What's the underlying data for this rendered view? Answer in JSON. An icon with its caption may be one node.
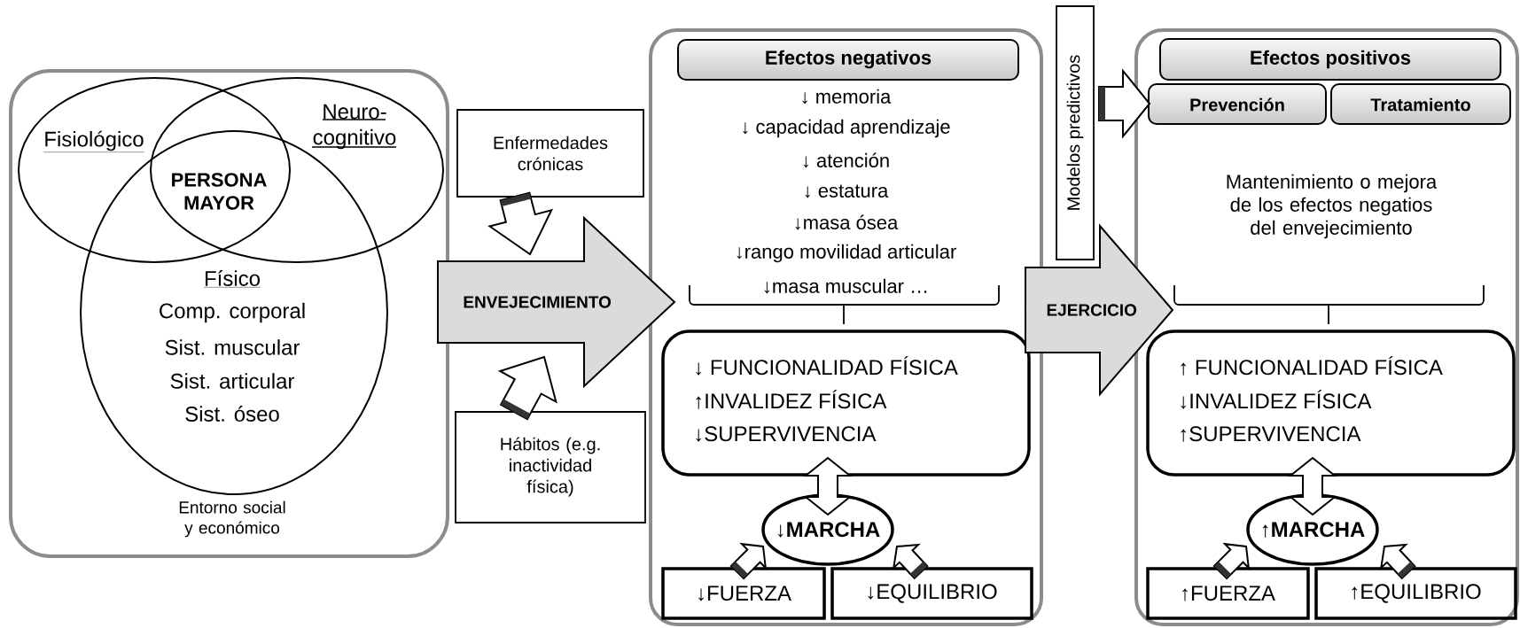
{
  "diagram": {
    "nodes": [
      {
        "text": [
          "Entorno social y económico"
        ]
      },
      {
        "text": [
          "Fisiológico"
        ],
        "in": 0
      },
      {
        "text": [
          "Neuro- cognitivo"
        ],
        "in": 0
      },
      {
        "text": [
          "Físico",
          "Comp. corporal",
          "Sist. muscular",
          "Sist. articular",
          "Sist. óseo"
        ],
        "in": 0
      },
      {
        "text": [
          "Enfermedades crónicas"
        ]
      },
      {
        "text": [
          "Hábitos (e.g. inactividad física)"
        ]
      },
      {
        "text": [
          "↓ memoria",
          "↓ capacidad aprendizaje",
          "↓ atención",
          "↓ estatura",
          "↓masa ósea",
          "↓rango movilidad articular",
          "↓masa muscular …"
        ]
      },
      {
        "text": [
          "Efectos negativos"
        ],
        "in": 6
      },
      {
        "text": [
          "↓ FUNCIONALIDAD FÍSICA",
          "↑INVALIDEZ FÍSICA",
          "↓SUPERVIVENCIA"
        ],
        "in": 6
      },
      {
        "text": [
          "↓MARCHA"
        ],
        "in": 6
      },
      {
        "text": [
          "↓FUERZA"
        ],
        "in": 6
      },
      {
        "text": [
          "↓EQUILIBRIO"
        ],
        "in": 6
      },
      {
        "text": [
          "Modelos predictivos"
        ]
      },
      {
        "text": [
          "Mantenimiento o mejora de los efectos negatios del envejecimiento"
        ]
      },
      {
        "text": [
          "Efectos positivos"
        ],
        "in": 13
      },
      {
        "text": [
          "Prevención"
        ],
        "in": 13
      },
      {
        "text": [
          "Tratamiento"
        ],
        "in": 13
      },
      {
        "text": [
          "↑ FUNCIONALIDAD FÍSICA",
          "↓INVALIDEZ FÍSICA",
          "↑SUPERVIVENCIA"
        ],
        "in": 13
      },
      {
        "text": [
          "↑MARCHA"
        ],
        "in": 13
      },
      {
        "text": [
          "↑FUERZA"
        ],
        "in": 13
      },
      {
        "text": [
          "↑EQUILIBRIO"
        ],
        "in": 13
      }
    ],
    "edges": [
      {
        "from": 4,
        "to": null,
        "arrow": "to"
      },
      {
        "from": 5,
        "to": null,
        "arrow": "to"
      },
      {
        "from": 0,
        "to": 6,
        "arrow": "to",
        "label": "ENVEJECIMIENTO"
      },
      {
        "from": 8,
        "to": 9,
        "arrow": "both"
      },
      {
        "from": 10,
        "to": 9,
        "arrow": "to"
      },
      {
        "from": 11,
        "to": 9,
        "arrow": "to"
      },
      {
        "from": 6,
        "to": 13,
        "arrow": "to",
        "label": "EJERCICIO"
      },
      {
        "from": 12,
        "to": 15,
        "arrow": "to"
      },
      {
        "from": 17,
        "to": 18,
        "arrow": "both"
      },
      {
        "from": 19,
        "to": 18,
        "arrow": "to"
      },
      {
        "from": 20,
        "to": 18,
        "arrow": "to"
      }
    ],
    "labels": [
      "PERSONA MAYOR"
    ]
  }
}
